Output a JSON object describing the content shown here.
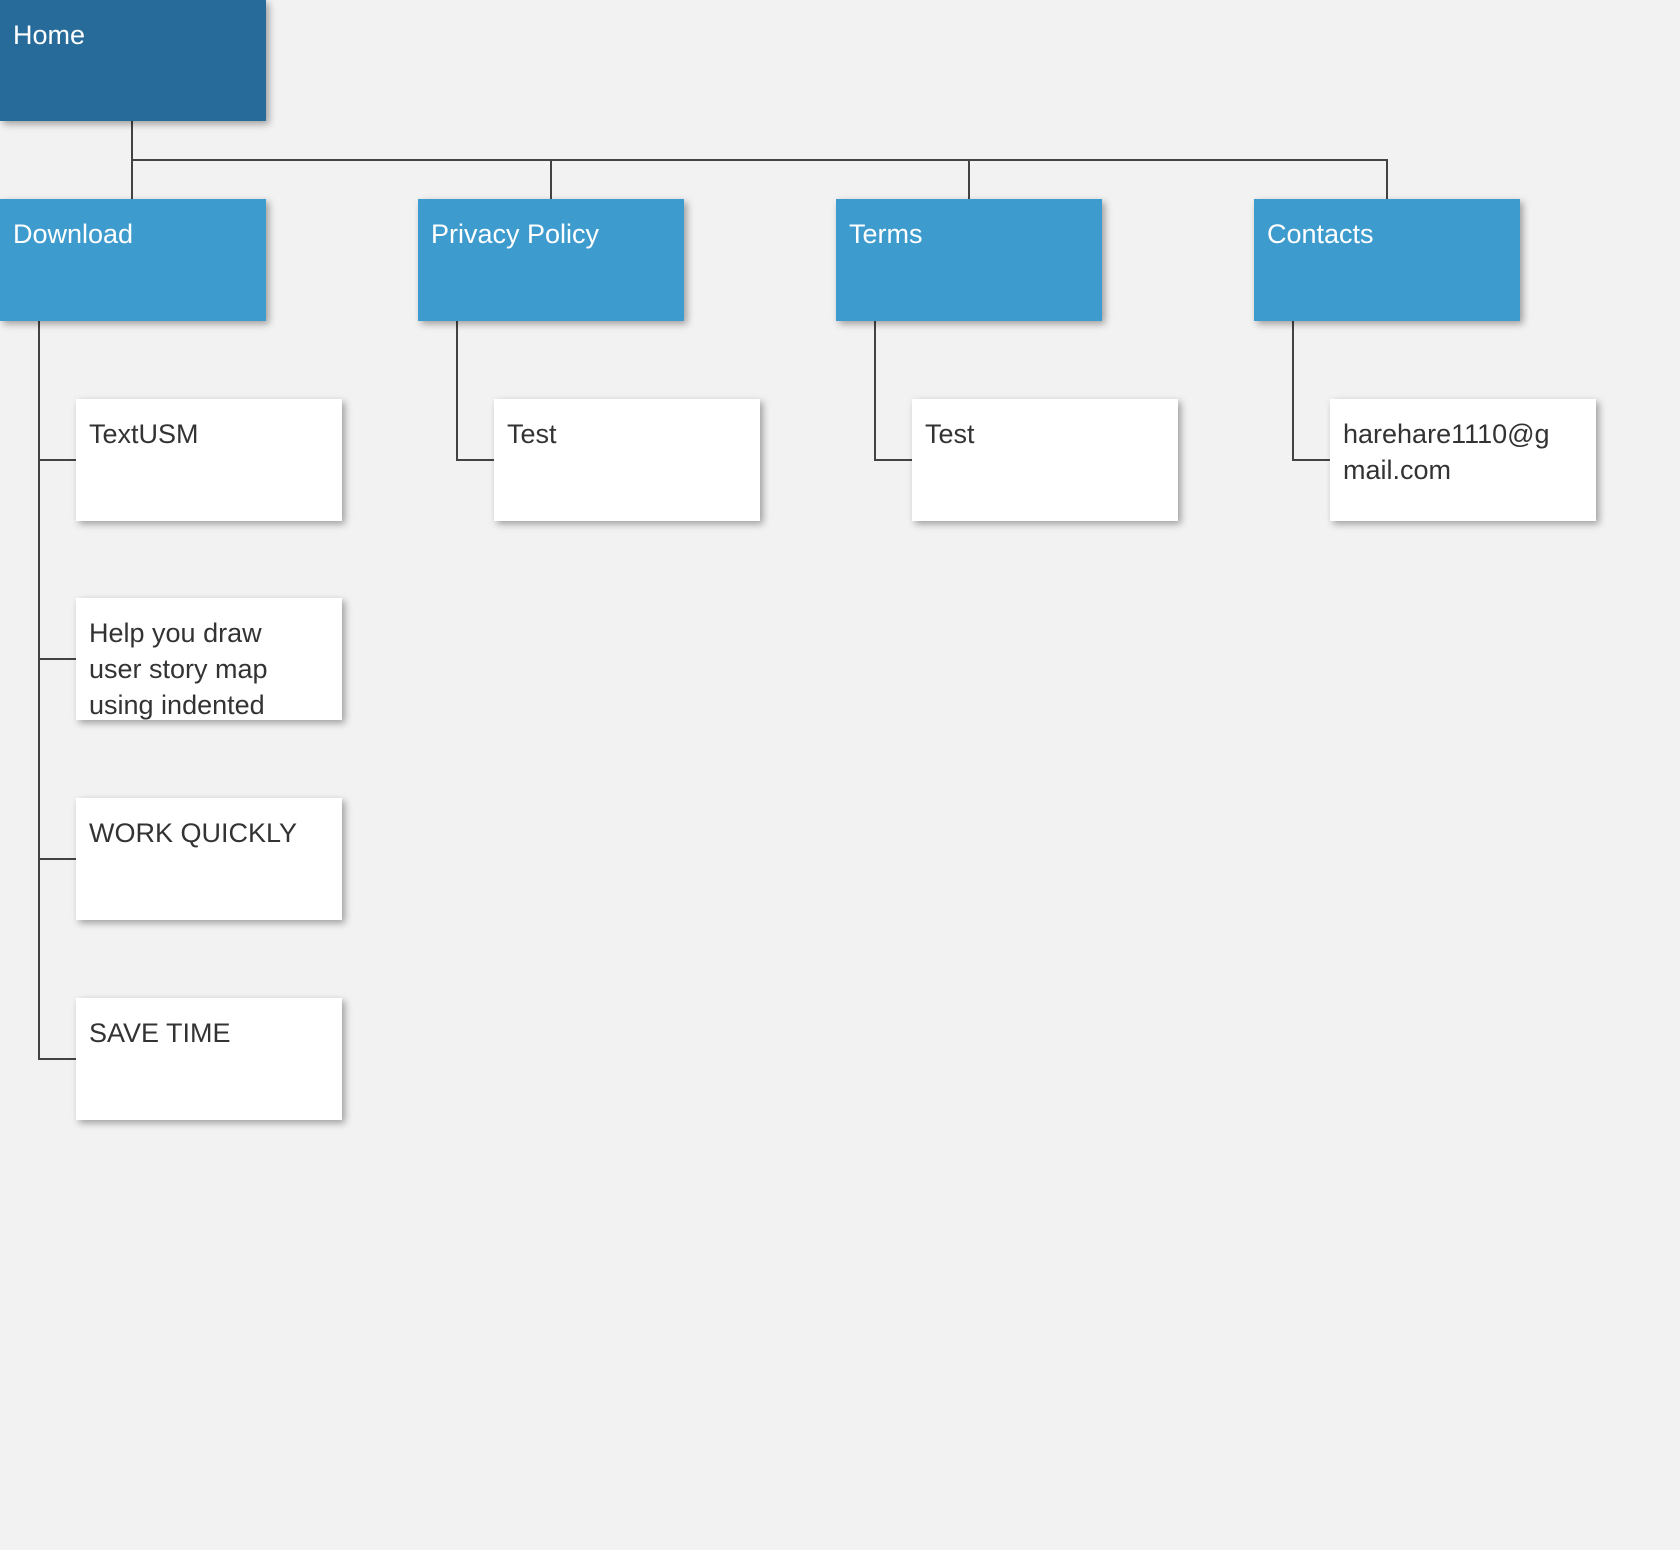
{
  "canvas": {
    "background": "#F2F2F2"
  },
  "colors": {
    "root_fill": "#266B9A",
    "branch_fill": "#3E9BCD",
    "leaf_fill": "#FFFFFF",
    "connector": "#434343",
    "branch_text": "#FFFFFF",
    "leaf_text": "#333333",
    "canvas_bg": "#F2F2F2"
  },
  "tree": {
    "root": {
      "label": "Home"
    },
    "branches": [
      {
        "label": "Download",
        "children": [
          {
            "label": "TextUSM"
          },
          {
            "label": "Help you draw\nuser story map\nusing indented"
          },
          {
            "label": "WORK QUICKLY"
          },
          {
            "label": "SAVE TIME"
          }
        ]
      },
      {
        "label": "Privacy Policy",
        "children": [
          {
            "label": "Test"
          }
        ]
      },
      {
        "label": "Terms",
        "children": [
          {
            "label": "Test"
          }
        ]
      },
      {
        "label": "Contacts",
        "children": [
          {
            "label": "harehare1110@g\nmail.com"
          }
        ]
      }
    ]
  }
}
